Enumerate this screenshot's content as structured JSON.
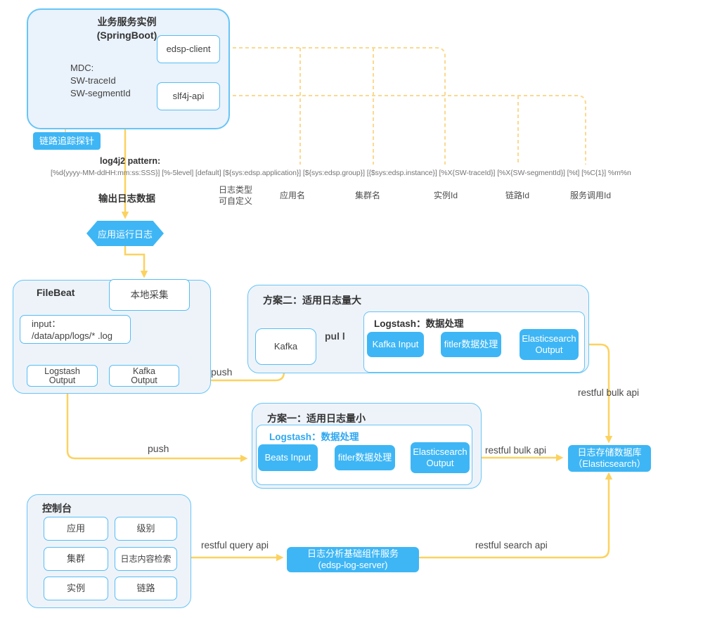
{
  "springboot": {
    "title1": "业务服务实例",
    "title2": "(SpringBoot)",
    "edsp_client": "edsp-client",
    "slf4j": "slf4j-api",
    "mdc1": "MDC:",
    "mdc2": "SW-traceId",
    "mdc3": "SW-segmentId"
  },
  "probe": "链路追踪探针",
  "log_pattern": {
    "title": "log4j2 pattern:",
    "text": "[%d{yyyy-MM-ddHH:mm:ss:SSS}] [%-5level] [default] [${sys:edsp.application}] [${sys:edsp.group}] [{$sys:edsp.instance}] [%X{SW-traceId}] [%X{SW-segmentId}] [%t] [%C{1}] %m%n"
  },
  "output_label": "输出日志数据",
  "fields": {
    "type1": "日志类型",
    "type2": "可自定义",
    "app": "应用名",
    "cluster": "集群名",
    "instance": "实例Id",
    "trace": "链路Id",
    "service": "服务调用Id"
  },
  "runtime_log": "应用运行日志",
  "filebeat": {
    "title": "FileBeat",
    "local": "本地采集",
    "input1": "input：",
    "input2": "/data/app/logs/* .log",
    "ls1": "Logstash",
    "ls2": "Output",
    "kf1": "Kafka",
    "kf2": "Output"
  },
  "plan2": {
    "title": "方案二：适用日志量大",
    "kafka": "Kafka",
    "logstash_title": "Logstash：数据处理",
    "kafka_input": "Kafka Input",
    "filter": "fitler数据处理",
    "es1": "Elasticsearch",
    "es2": "Output"
  },
  "plan1": {
    "title": "方案一：适用日志量小",
    "logstash_title": "Logstash：数据处理",
    "beats": "Beats Input",
    "filter": "fitler数据处理",
    "es1": "Elasticsearch",
    "es2": "Output"
  },
  "es_db": {
    "l1": "日志存储数据库",
    "l2": "（Elasticsearch）"
  },
  "console": {
    "title": "控制台",
    "items": [
      "应用",
      "级别",
      "集群",
      "日志内容检索",
      "实例",
      "链路"
    ]
  },
  "log_server": {
    "l1": "日志分析基础组件服务",
    "l2": "(edsp-log-server)"
  },
  "edges": {
    "push_top": "push",
    "push_bottom": "push",
    "pull": "pul l",
    "bulk_top": "restful bulk api",
    "bulk_left": "restful bulk api",
    "query": "restful query api",
    "search": "restful search api"
  },
  "colors": {
    "node_blue": "#3eb6f5",
    "border_blue": "#55bef5",
    "container_bg": "#eef3fa",
    "line_yellow": "#fcd25f",
    "dashed_yellow": "#fbd98f"
  }
}
